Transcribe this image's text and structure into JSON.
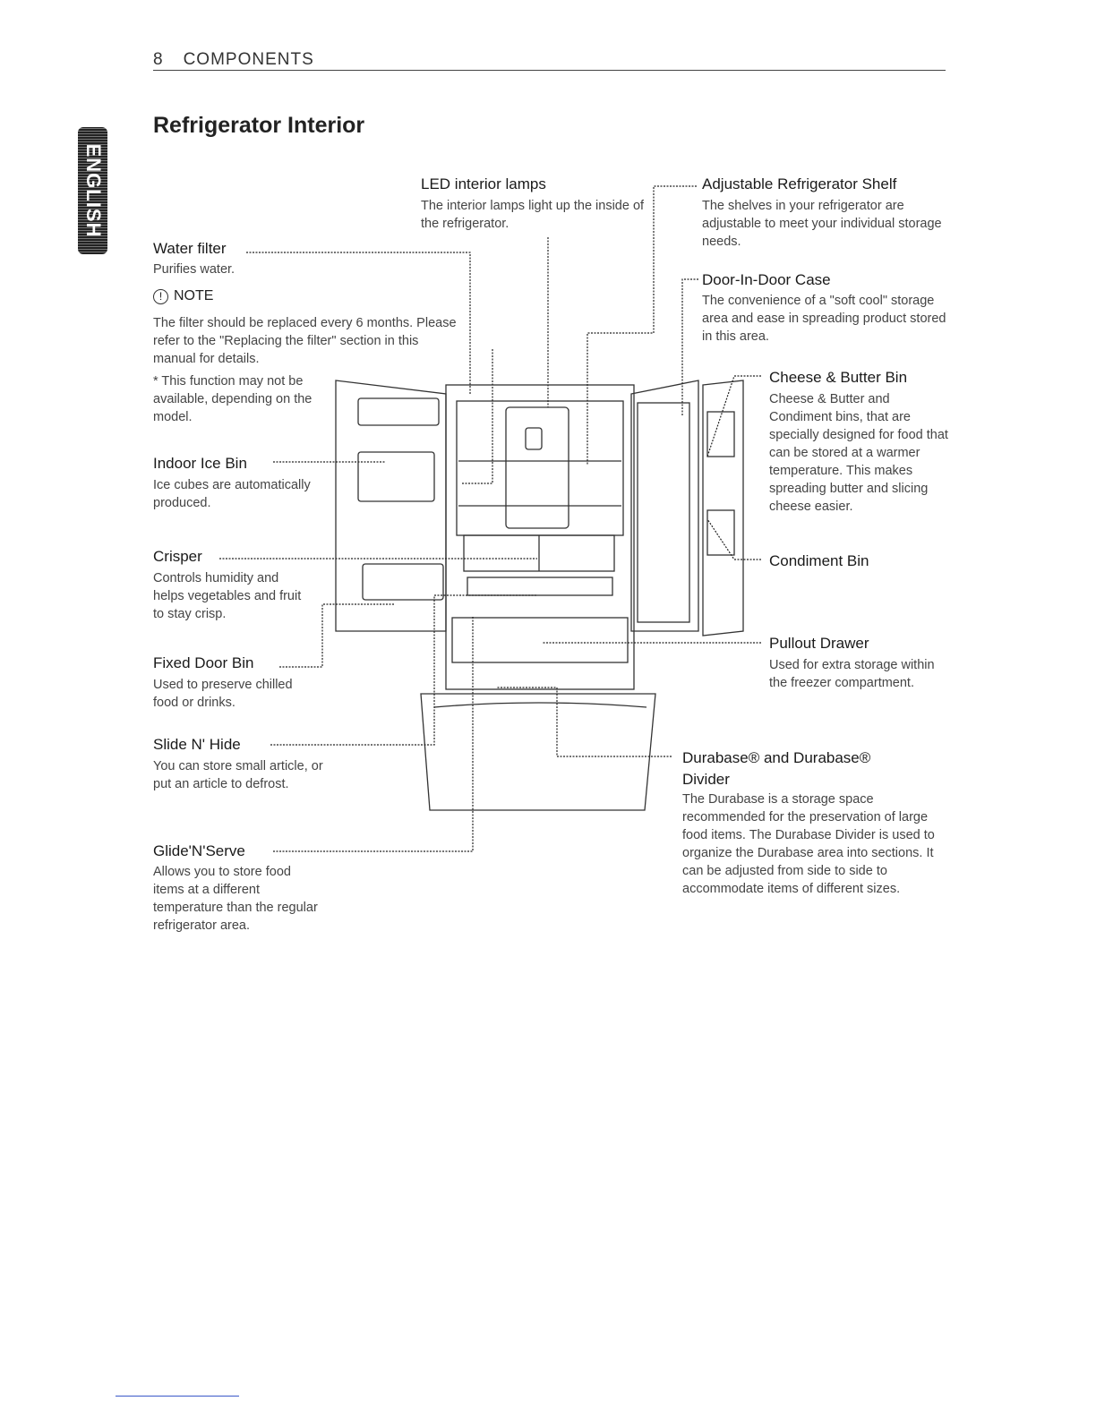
{
  "header": {
    "page_number": "8",
    "section": "COMPONENTS"
  },
  "side_tab": {
    "label": "ENGLISH"
  },
  "title": "Refrigerator Interior",
  "callouts": {
    "led": {
      "label": "LED interior lamps",
      "desc": "The interior lamps light up the inside of the refrigerator."
    },
    "shelf": {
      "label": "Adjustable Refrigerator Shelf",
      "desc": "The shelves in your refrigerator are adjustable to meet your individual storage needs."
    },
    "water": {
      "label": "Water filter",
      "desc": "Purifies water."
    },
    "note": {
      "title": "NOTE",
      "text": "The filter should be replaced every 6 months. Please refer to the \"Replacing the filter\" section in this manual for details.",
      "footnote": "* This function may not be available, depending on the model."
    },
    "did": {
      "label": "Door-In-Door Case",
      "desc": "The convenience of a \"soft cool\" storage area and ease in spreading product stored in this area."
    },
    "cheese": {
      "label": "Cheese & Butter Bin",
      "desc": "Cheese & Butter and Condiment bins, that are specially designed for food that can be stored at a warmer temperature. This makes spreading butter and slicing cheese easier."
    },
    "icebin": {
      "label": "Indoor Ice Bin",
      "desc": "Ice cubes are automatically produced."
    },
    "crisper": {
      "label": "Crisper",
      "desc": "Controls humidity and helps vegetables and fruit to stay crisp."
    },
    "condiment": {
      "label": "Condiment Bin"
    },
    "pullout": {
      "label": "Pullout Drawer",
      "desc": "Used for extra storage within the freezer compartment."
    },
    "fixed": {
      "label": "Fixed Door Bin",
      "desc": "Used to preserve chilled food or drinks."
    },
    "slide": {
      "label": "Slide N' Hide",
      "desc": "You can store small article, or put an article to defrost."
    },
    "durabase": {
      "label": "Durabase® and Durabase® Divider",
      "desc": "The Durabase is a storage space recommended for the preservation of large food items. The Durabase Divider is used to organize the Durabase area into sections. It can be adjusted from side to side to accommodate items of different sizes."
    },
    "glide": {
      "label": "Glide'N'Serve",
      "desc": "Allows you to store food items at a different temperature than the regular refrigerator area."
    }
  }
}
